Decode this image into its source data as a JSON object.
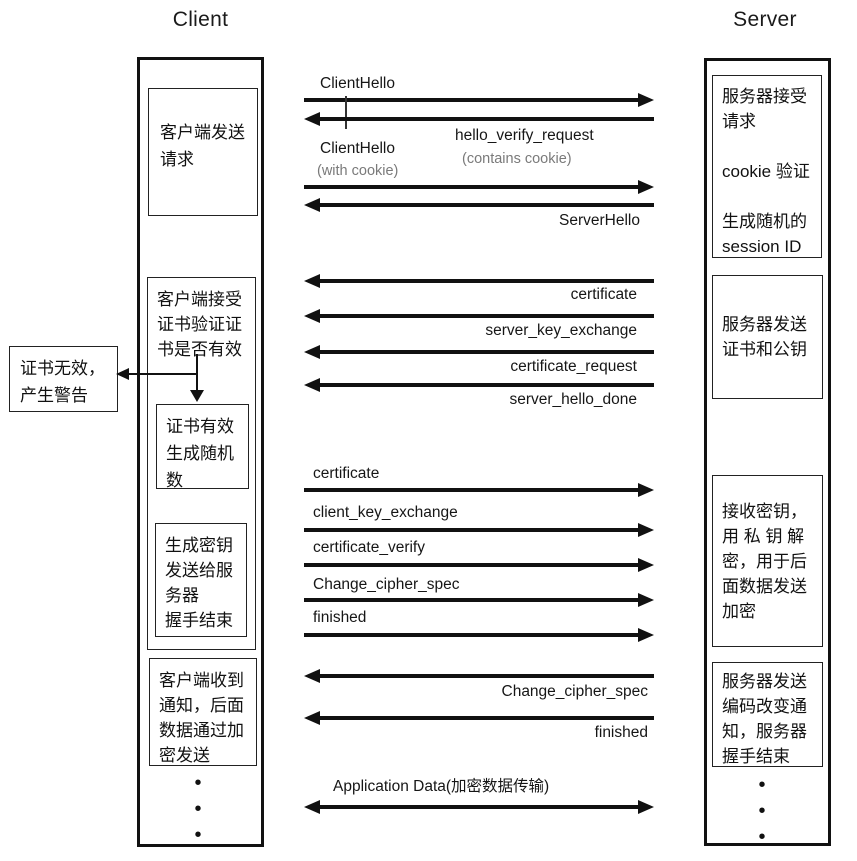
{
  "titles": {
    "client": "Client",
    "server": "Server"
  },
  "colors": {
    "ink": "#111111",
    "muted": "#7a7a7a",
    "background": "#ffffff"
  },
  "client_column": {
    "boxes": [
      {
        "name": "client-sends-request",
        "text": "客户端发送\n请求"
      },
      {
        "name": "client-verifies-certificate",
        "text": "客户端接受\n证书验证证\n书是否有效"
      },
      {
        "name": "certificate-valid-random",
        "text": "证书有效\n生成随机\n数"
      },
      {
        "name": "generate-key-handshake-end",
        "text": "生成密钥\n发送给服\n务器\n握手结束"
      },
      {
        "name": "client-received-notice",
        "text": "客户端收到\n通知，后面\n数据通过加\n密发送"
      }
    ],
    "ellipsis": "•\n•\n•"
  },
  "warning_box": {
    "text": "证书无效，\n产生警告"
  },
  "server_column": {
    "boxes": [
      {
        "name": "server-accepts-request",
        "text": "服务器接受\n请求\n\ncookie 验证\n\n生成随机的\nsession ID"
      },
      {
        "name": "server-sends-cert",
        "text": "服务器发送\n证书和公钥"
      },
      {
        "name": "server-receives-key",
        "text": "接收密钥，\n用 私 钥 解\n密，用于后\n面数据发送\n加密"
      },
      {
        "name": "server-change-cipher-notice",
        "text": "服务器发送\n编码改变通\n知，服务器\n握手结束"
      }
    ],
    "ellipsis": "•\n•\n•"
  },
  "messages": [
    {
      "label": "ClientHello",
      "direction": "client-to-server"
    },
    {
      "label": "hello_verify_request",
      "note": "(contains cookie)",
      "direction": "server-to-client"
    },
    {
      "label": "ClientHello",
      "note": "(with cookie)",
      "direction": "client-to-server"
    },
    {
      "label": "ServerHello",
      "direction": "server-to-client"
    },
    {
      "label": "certificate",
      "direction": "server-to-client"
    },
    {
      "label": "server_key_exchange",
      "direction": "server-to-client"
    },
    {
      "label": "certificate_request",
      "direction": "server-to-client"
    },
    {
      "label": "server_hello_done",
      "direction": "server-to-client"
    },
    {
      "label": "certificate",
      "direction": "client-to-server"
    },
    {
      "label": "client_key_exchange",
      "direction": "client-to-server"
    },
    {
      "label": "certificate_verify",
      "direction": "client-to-server"
    },
    {
      "label": "Change_cipher_spec",
      "direction": "client-to-server"
    },
    {
      "label": "finished",
      "direction": "client-to-server"
    },
    {
      "label": "Change_cipher_spec",
      "direction": "server-to-client"
    },
    {
      "label": "finished",
      "direction": "server-to-client"
    },
    {
      "label": "Application Data(加密数据传输)",
      "direction": "bidirectional"
    }
  ]
}
